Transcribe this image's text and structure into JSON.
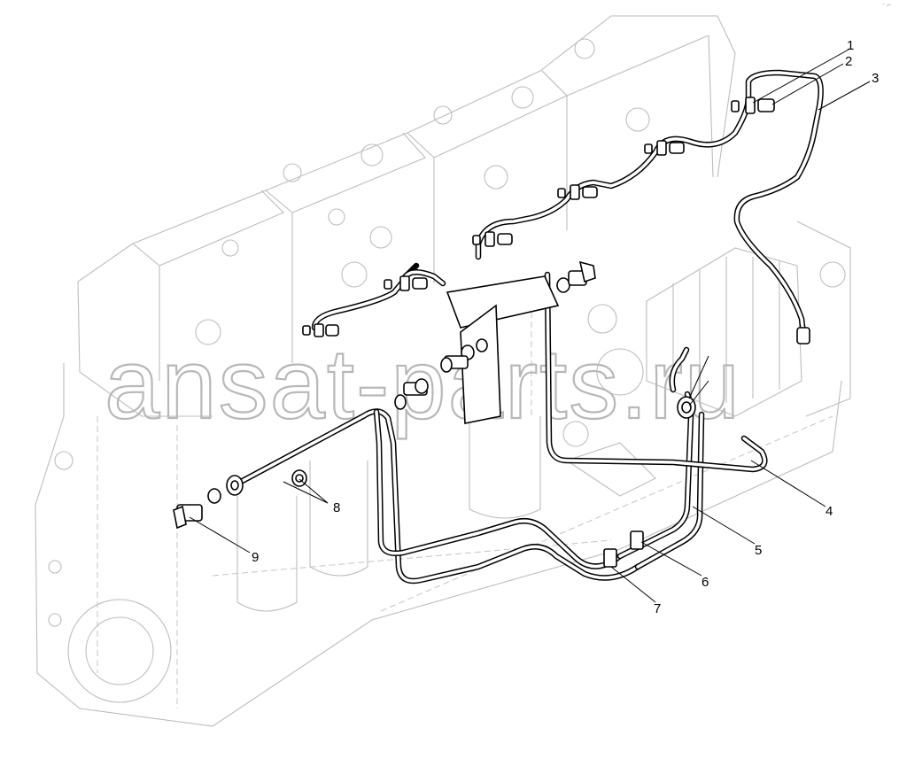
{
  "diagram": {
    "watermark": "ansat-parts.ru",
    "corner_mark": "⁻ ⌐",
    "callouts": [
      {
        "id": "1",
        "label": "1"
      },
      {
        "id": "2",
        "label": "2"
      },
      {
        "id": "3",
        "label": "3"
      },
      {
        "id": "4",
        "label": "4"
      },
      {
        "id": "5",
        "label": "5"
      },
      {
        "id": "6",
        "label": "6"
      },
      {
        "id": "7",
        "label": "7"
      },
      {
        "id": "8",
        "label": "8"
      },
      {
        "id": "9",
        "label": "9"
      }
    ]
  }
}
